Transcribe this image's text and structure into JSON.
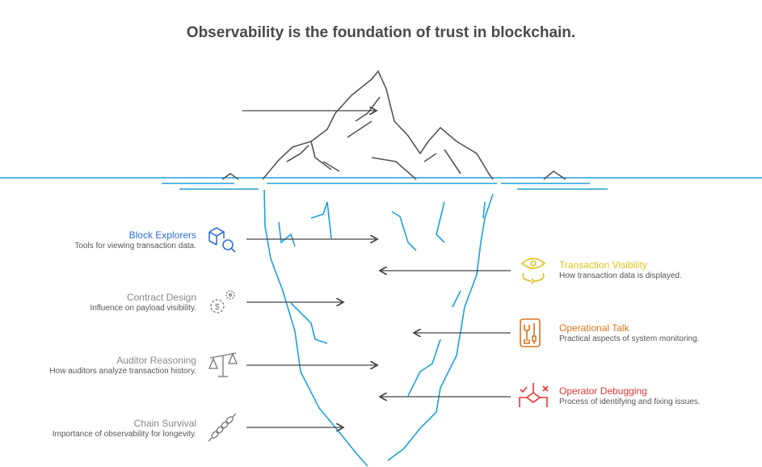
{
  "title": "Observability is the foundation of trust in blockchain.",
  "left_items": [
    {
      "title": "Block Explorers",
      "desc": "Tools for viewing transaction data.",
      "color": "#2f6fdc",
      "icon": "cube-search-icon"
    },
    {
      "title": "Contract Design",
      "desc": "Influence on payload visibility.",
      "color": "#888888",
      "icon": "dollar-gear-icon"
    },
    {
      "title": "Auditor Reasoning",
      "desc": "How auditors analyze transaction history.",
      "color": "#888888",
      "icon": "scale-icon"
    },
    {
      "title": "Chain Survival",
      "desc": "Importance of observability for longevity.",
      "color": "#888888",
      "icon": "chain-icon"
    }
  ],
  "right_items": [
    {
      "title": "Transaction Visibility",
      "desc": "How transaction data is displayed.",
      "color": "#e0c21a",
      "icon": "eye-rotate-icon"
    },
    {
      "title": "Operational Talk",
      "desc": "Practical aspects of system monitoring.",
      "color": "#d9731e",
      "icon": "tools-icon"
    },
    {
      "title": "Operator Debugging",
      "desc": "Process of identifying and fixing issues.",
      "color": "#e03535",
      "icon": "debug-icon"
    }
  ],
  "colors": {
    "water": "#1ea0dc",
    "ice": "#555555"
  }
}
